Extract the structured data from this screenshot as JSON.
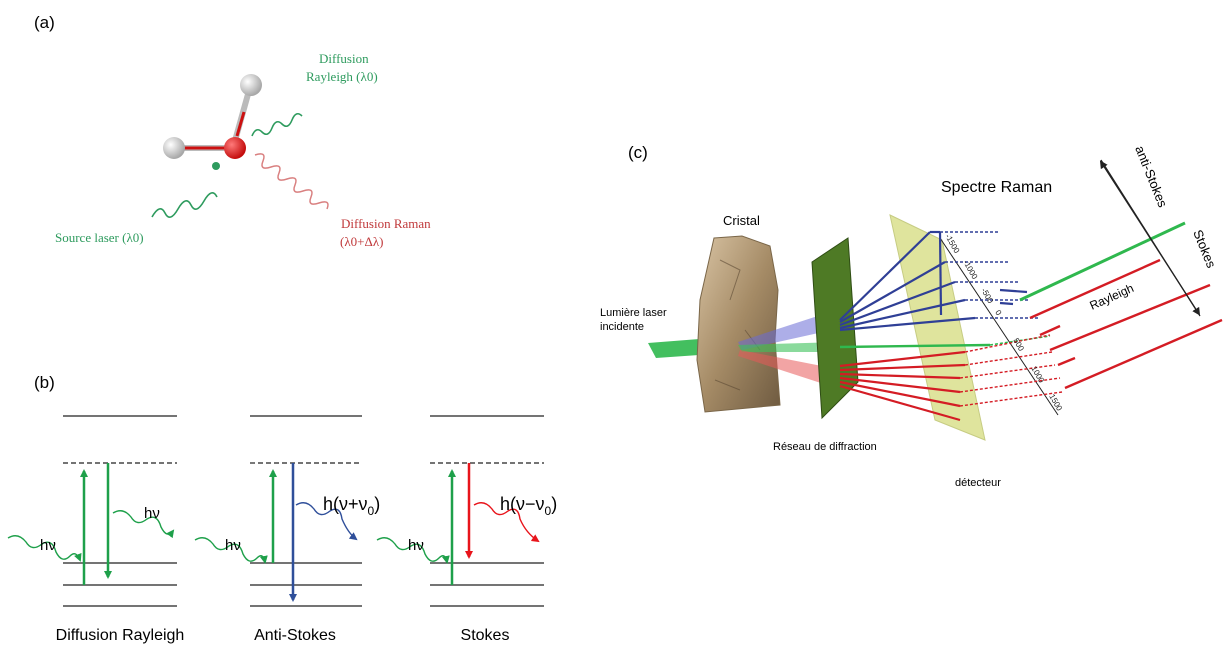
{
  "panel_a": {
    "label": "(a)",
    "rayleigh_line1": "Diffusion",
    "rayleigh_line2": "Rayleigh (λ0)",
    "raman_line1": "Diffusion Raman",
    "raman_line2": "(λ0+Δλ)",
    "source": "Source laser (λ0)",
    "colors": {
      "green": "#2e9b5e",
      "red": "#c0393b",
      "atom_red": "#d11a1a",
      "atom_grey": "#c8c8c8"
    }
  },
  "panel_b": {
    "label": "(b)",
    "rayleigh": {
      "title": "Diffusion Rayleigh",
      "in_label": "hν",
      "out_label": "hν"
    },
    "anti_stokes": {
      "title": "Anti-Stokes",
      "in_label": "hν",
      "out_label": "h(ν+ν",
      "out_sub": "0",
      "out_close": ")"
    },
    "stokes": {
      "title": "Stokes",
      "in_label": "hν",
      "out_label": "h(ν−ν",
      "out_sub": "0",
      "out_close": ")"
    },
    "colors": {
      "green": "#1ea04a",
      "blue": "#2f4f9a",
      "red": "#e8141b"
    }
  },
  "panel_c": {
    "label": "(c)",
    "spectre": "Spectre Raman",
    "cristal": "Cristal",
    "laser_line1": "Lumière laser",
    "laser_line2": "incidente",
    "reseau": "Réseau de diffraction",
    "detecteur": "détecteur",
    "rayleigh": "Rayleigh",
    "anti_stokes": "anti-Stokes",
    "stokes": "Stokes",
    "ticks": [
      "-1500",
      "-1000",
      "-500",
      "0",
      "500",
      "1000",
      "1500"
    ]
  }
}
